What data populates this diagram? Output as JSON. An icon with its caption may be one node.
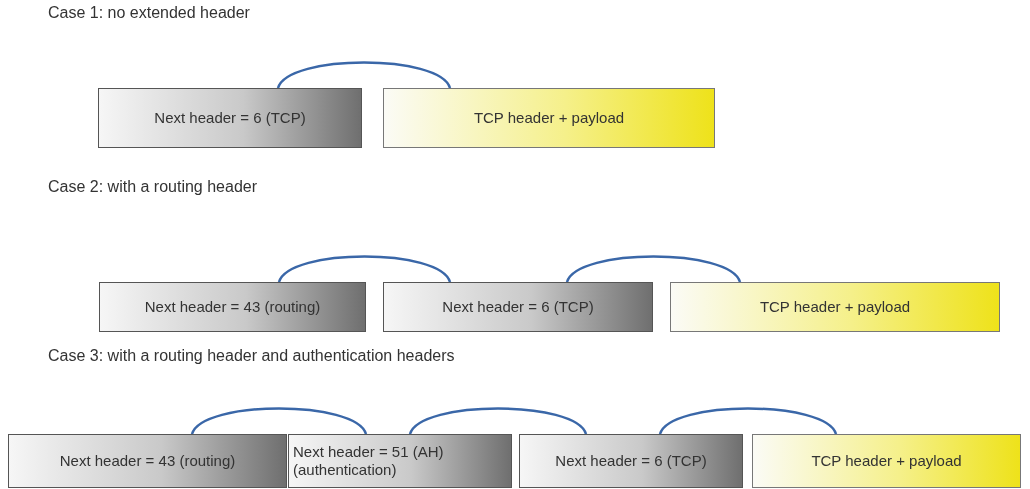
{
  "diagram": {
    "nodes": [
      {
        "text": [
          "Next header = 6 (TCP)"
        ]
      },
      {
        "text": [
          "TCP header + payload"
        ]
      },
      {
        "text": [
          "Next header = 43 (routing)"
        ]
      },
      {
        "text": [
          "Next header = 6 (TCP)"
        ]
      },
      {
        "text": [
          "TCP header + payload"
        ]
      },
      {
        "text": [
          "Next header = 43 (routing)"
        ]
      },
      {
        "text": [
          "Next header = 51 (AH) (authentication)"
        ]
      },
      {
        "text": [
          "Next header = 6 (TCP)"
        ]
      },
      {
        "text": [
          "TCP header + payload"
        ]
      }
    ],
    "edges": [
      {
        "from": 0,
        "to": 1,
        "arrow": "none"
      },
      {
        "from": 2,
        "to": 3,
        "arrow": "none"
      },
      {
        "from": 3,
        "to": 4,
        "arrow": "none"
      },
      {
        "from": 5,
        "to": 6,
        "arrow": "none"
      },
      {
        "from": 6,
        "to": 7,
        "arrow": "none"
      },
      {
        "from": 7,
        "to": 8,
        "arrow": "none"
      }
    ],
    "labels": [
      "Case 1: no extended header",
      "Case 2: with a routing header",
      "Case 3: with a routing header and authentication headers"
    ]
  }
}
